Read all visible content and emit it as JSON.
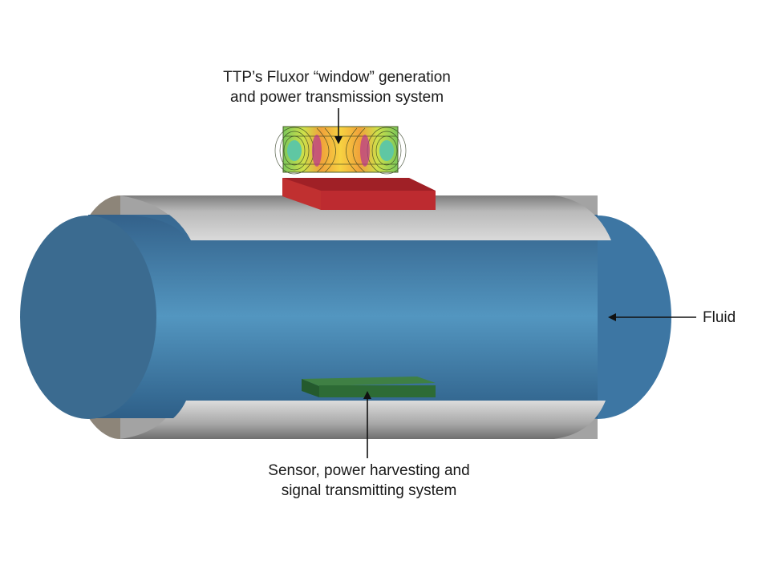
{
  "labels": {
    "fluxor": {
      "line1": "TTP’s Fluxor “window” generation",
      "line2": "and power transmission system"
    },
    "sensor": {
      "line1": "Sensor, power harvesting and",
      "line2": "signal transmitting system"
    },
    "fluid": "Fluid"
  },
  "colors": {
    "fluid_blue": "#4a89b4",
    "outer_pipe_grey": "#a9a9a9",
    "top_plate_red": "#b5282d",
    "bottom_plate_green": "#2b6a36"
  }
}
